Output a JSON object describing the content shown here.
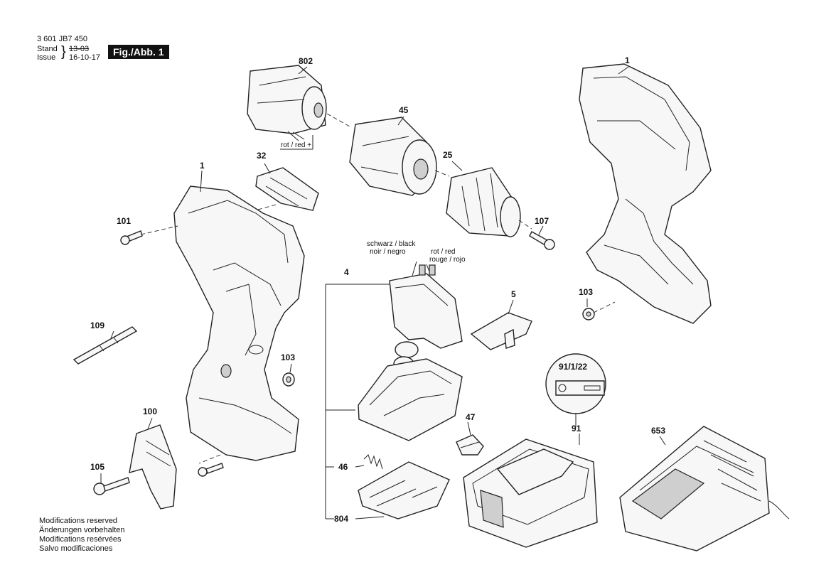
{
  "header": {
    "doc_number": "3 601 JB7 450",
    "stand_label": "Stand",
    "issue_label": "Issue",
    "stand_value": "13-03",
    "issue_value": "16-10-17",
    "figure_label": "Fig./Abb. 1"
  },
  "parts": {
    "p802": "802",
    "p45": "45",
    "p1_top": "1",
    "p1_right": "1",
    "p32": "32",
    "p25": "25",
    "p101": "101",
    "p107": "107",
    "p4": "4",
    "p5": "5",
    "p103_right": "103",
    "p103_left": "103",
    "p109": "109",
    "p100": "100",
    "p105": "105",
    "p91_1_22": "91/1/22",
    "p91": "91",
    "p653": "653",
    "p47": "47",
    "p46": "46",
    "p804": "804"
  },
  "wire_notes": {
    "motor_wire": "rot / red +",
    "black_1": "schwarz / black",
    "black_2": "noir / negro",
    "red_1": "rot / red",
    "red_2": "rouge / rojo"
  },
  "footer": {
    "line1": "Modifications reserved",
    "line2": "Änderungen vorbehalten",
    "line3": "Modifications resérvées",
    "line4": "Salvo modificaciones"
  }
}
